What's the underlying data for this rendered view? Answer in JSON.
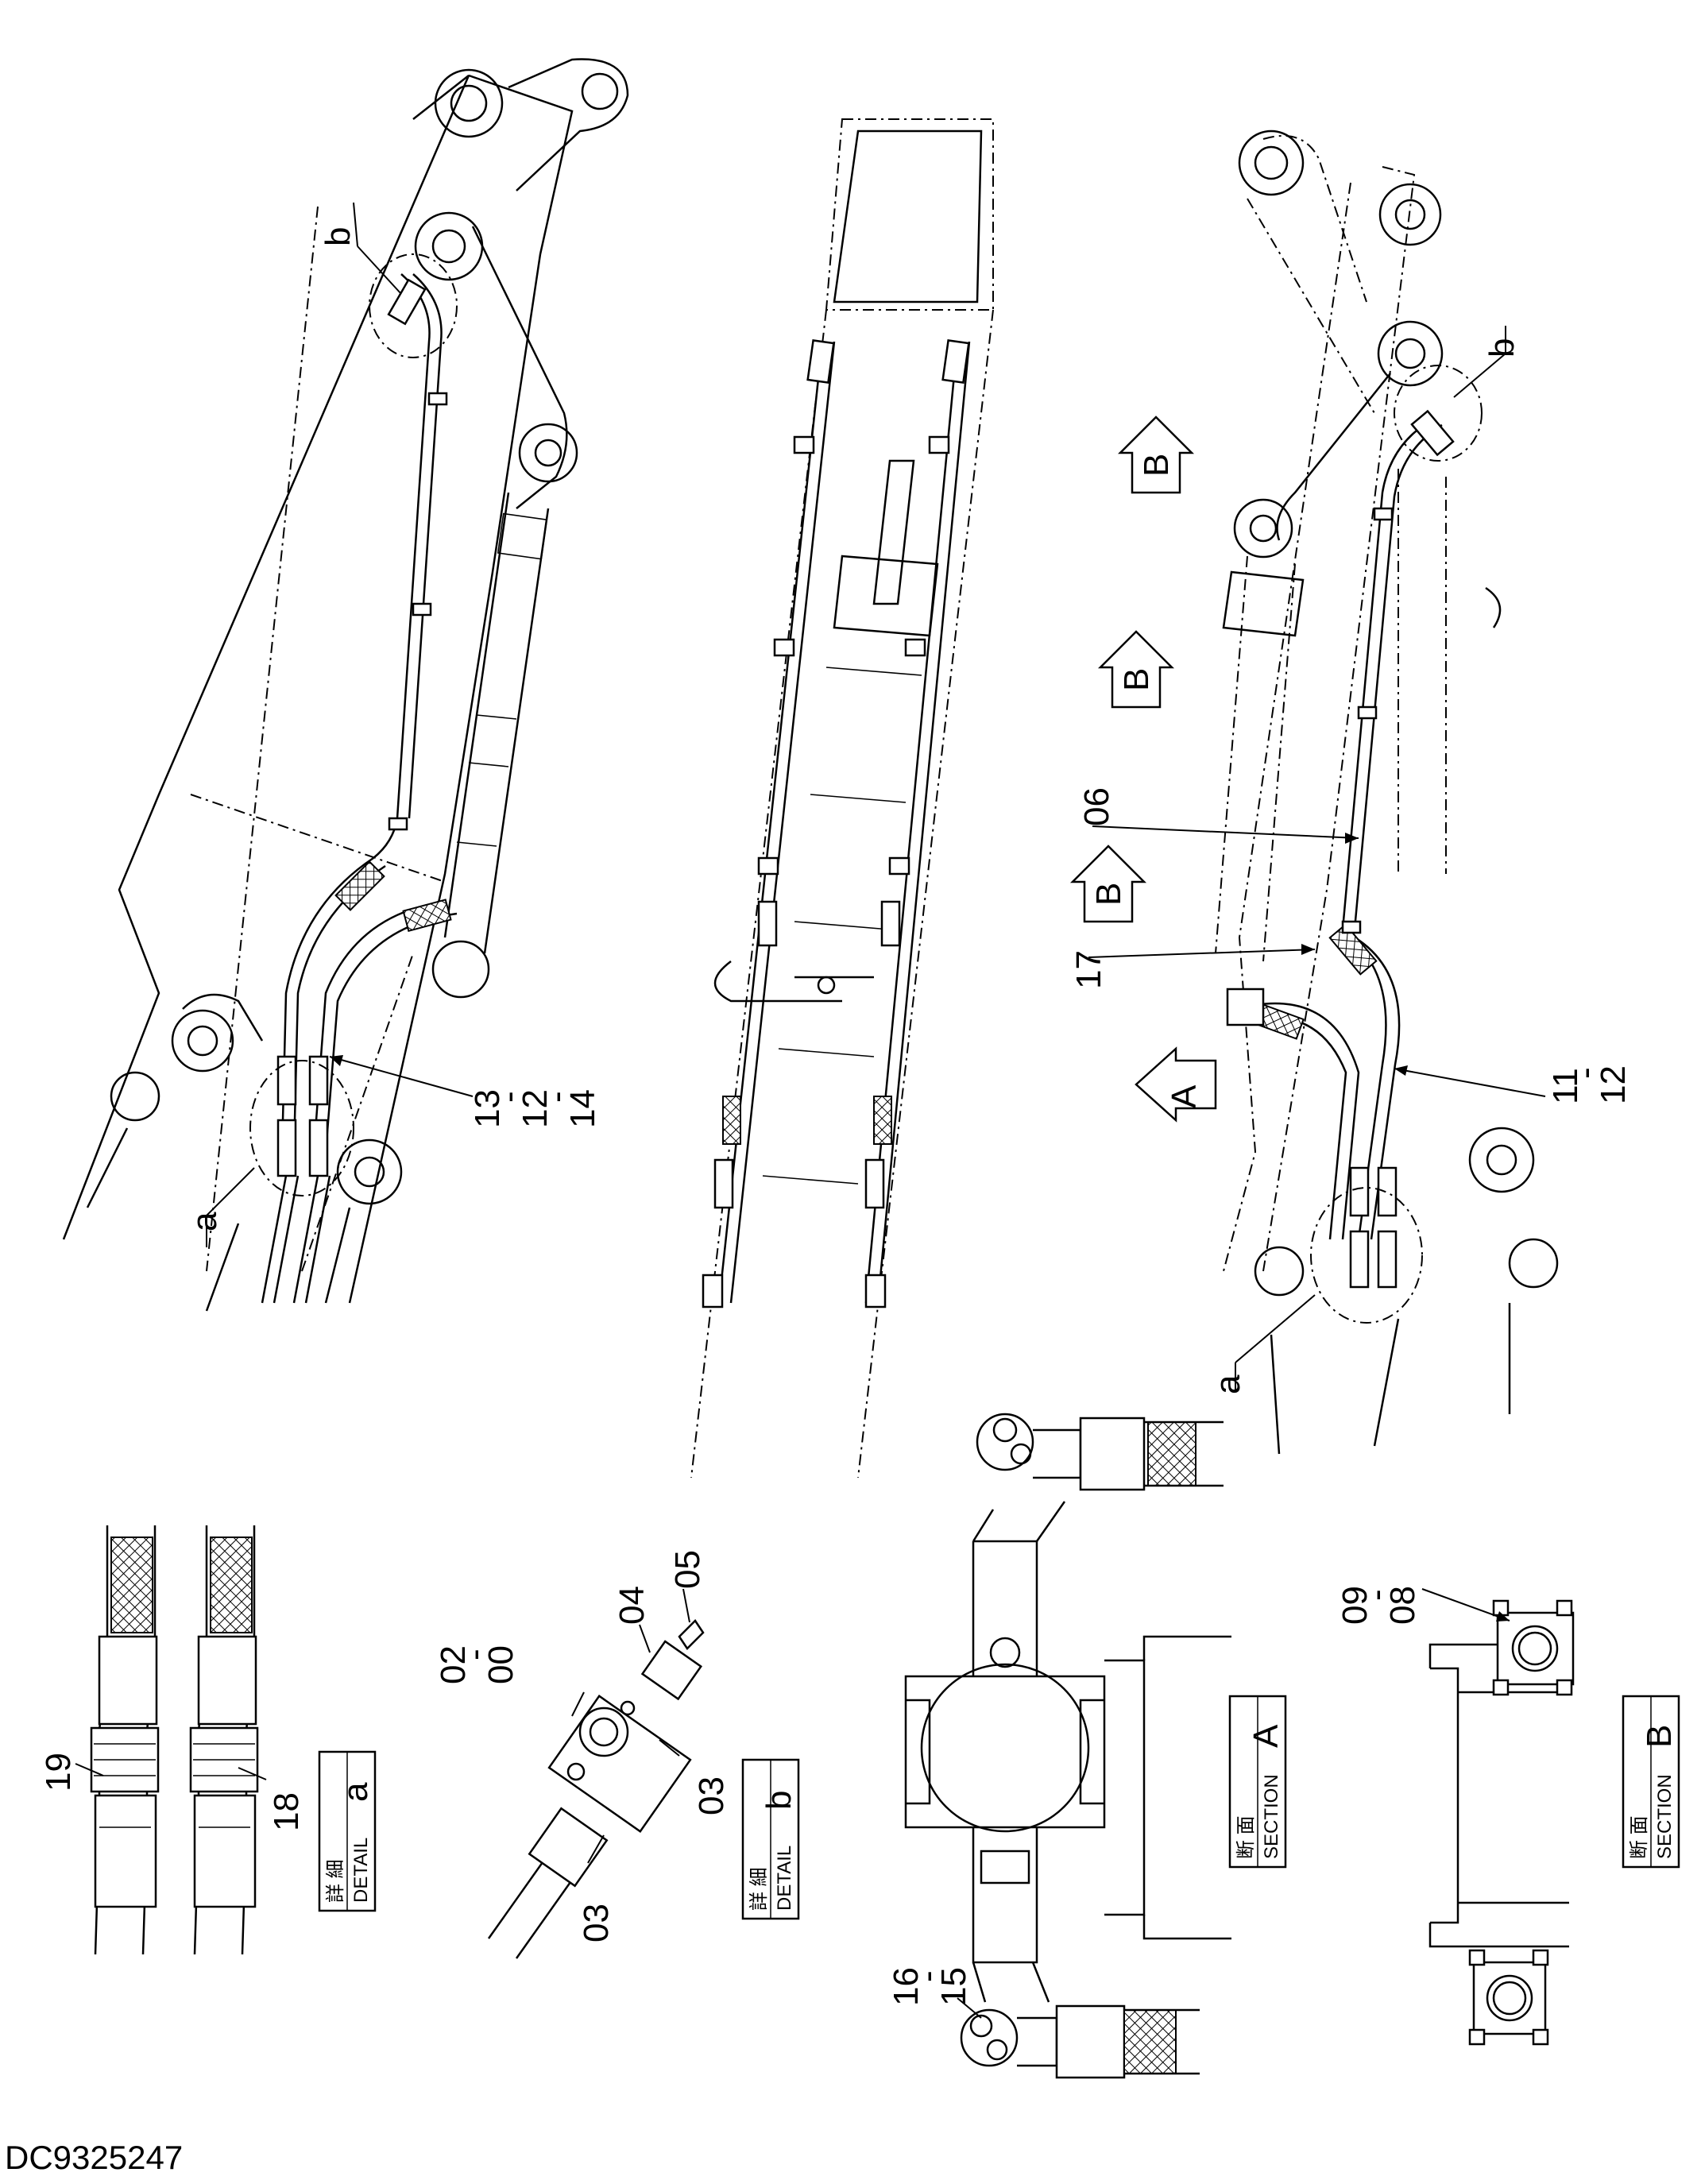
{
  "drawing_number": "DC9325247",
  "detail_labels": {
    "a": "a",
    "b": "b",
    "A": "A",
    "B": "B"
  },
  "caption_boxes": [
    {
      "kanji": "詳 細",
      "english": "DETAIL",
      "letter": "a"
    },
    {
      "kanji": "詳 細",
      "english": "DETAIL",
      "letter": "b"
    },
    {
      "kanji": "断 面",
      "english": "SECTION",
      "letter": "A"
    },
    {
      "kanji": "断 面",
      "english": "SECTION",
      "letter": "B"
    }
  ],
  "part_numbers": {
    "p00": "00",
    "p02": "02",
    "p03": "03",
    "p04": "04",
    "p05": "05",
    "p06": "06",
    "p08": "08",
    "p09": "09",
    "p11": "11",
    "p12": "12",
    "p13": "13",
    "p14": "14",
    "p15": "15",
    "p16": "16",
    "p17": "17",
    "p18": "18",
    "p19": "19",
    "dash": "-"
  }
}
